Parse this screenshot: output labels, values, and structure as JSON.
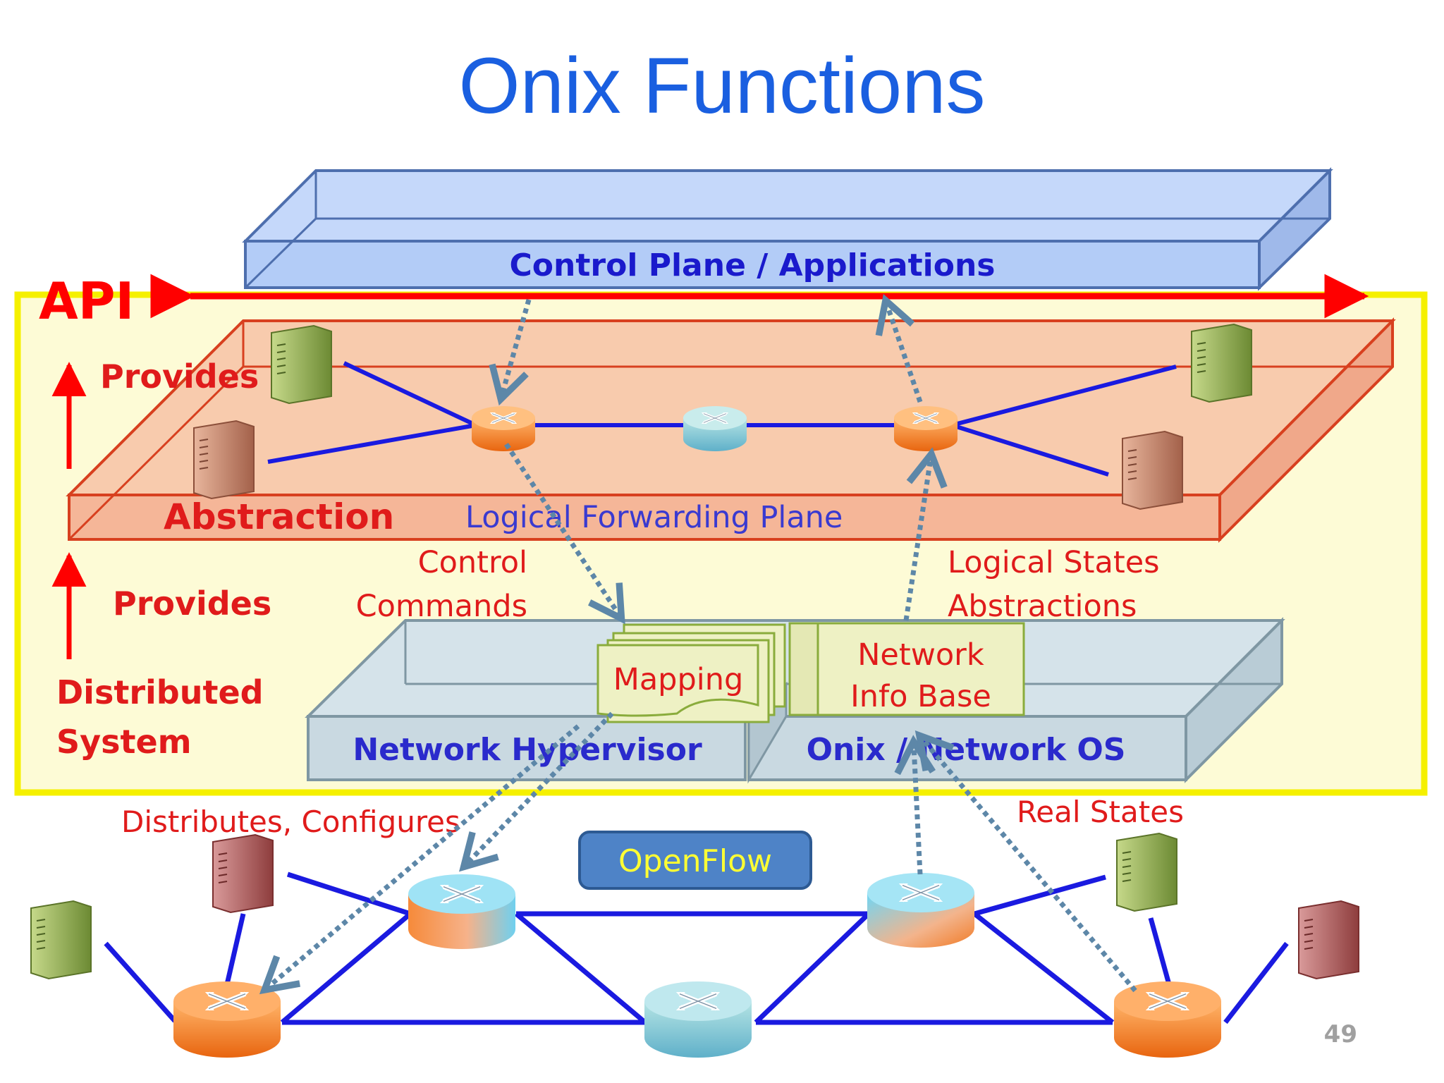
{
  "slide": {
    "title": "Onix Functions",
    "page_number": "49"
  },
  "labels": {
    "control_plane": "Control Plane / Applications",
    "api": "API",
    "provides_top": "Provides",
    "provides_bottom": "Provides",
    "abstraction": "Abstraction",
    "distributed_1": "Distributed",
    "distributed_2": "System",
    "logical_forwarding_plane": "Logical Forwarding Plane",
    "control_commands_1": "Control",
    "control_commands_2": "Commands",
    "logical_states_1": "Logical States",
    "logical_states_2": "Abstractions",
    "mapping": "Mapping",
    "nib_1": "Network",
    "nib_2": "Info Base",
    "network_hypervisor": "Network Hypervisor",
    "onix_network_os": "Onix / Network OS",
    "distributes_configures": "Distributes, Configures",
    "real_states": "Real States",
    "openflow": "OpenFlow"
  },
  "colors": {
    "title": "#1a5fe0",
    "control_plane_fill": "#b3ccf7",
    "control_plane_text": "#1a1acc",
    "api_red": "#ff0000",
    "yellow_region": "#fdfbd6",
    "yellow_border": "#f5f000",
    "abstraction_fill": "#f7c2a6",
    "abstraction_stroke": "#d8401f",
    "red_label": "#e01b1b",
    "blue_label": "#3a3ad0",
    "hypervisor_fill": "#c9d9e1",
    "hypervisor_stroke": "#7f97a3",
    "mapping_fill": "#eef1c4",
    "mapping_stroke": "#8aac3c",
    "openflow_fill": "#4e83c7",
    "openflow_text": "#ffff33",
    "link_blue": "#1a1ae0",
    "dotted_arrow": "#5d87a8",
    "router_orange": "#f47c1e",
    "router_teal": "#7cc4c0",
    "server_green": "#8aa647",
    "server_red": "#b55a5a"
  }
}
